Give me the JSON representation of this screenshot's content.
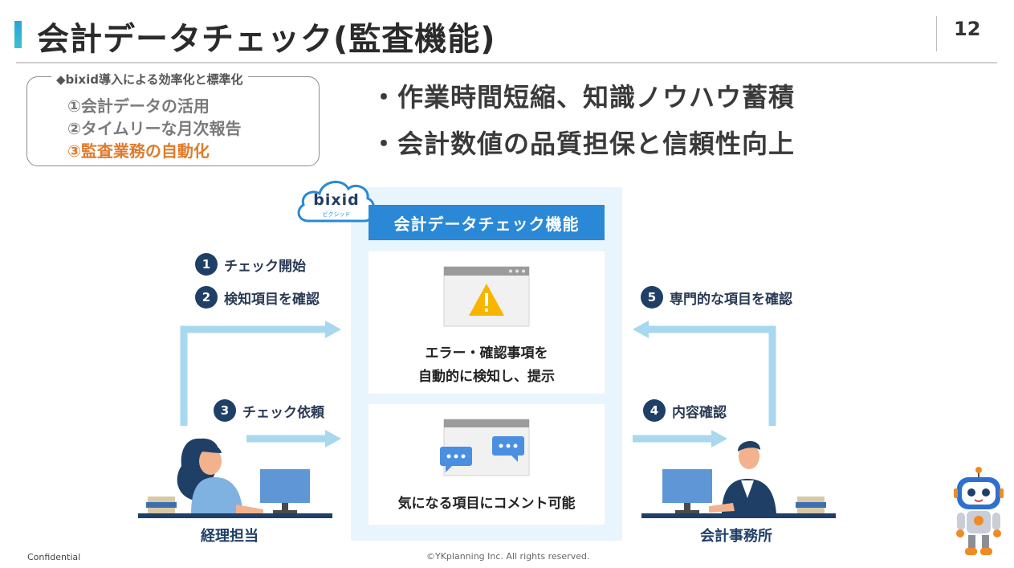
{
  "header": {
    "title": "会計データチェック(監査機能)",
    "page_number": "12"
  },
  "overview_box": {
    "title": "◆bixid導入による効率化と標準化",
    "items": [
      "①会計データの活用",
      "②タイムリーな月次報告",
      "③監査業務の自動化"
    ]
  },
  "bullets": [
    "・作業時間短縮、知識ノウハウ蓄積",
    "・会計数値の品質担保と信頼性向上"
  ],
  "diagram": {
    "logo_text": "bixid",
    "logo_sub": "ビクシッド",
    "feature_title": "会計データチェック機能",
    "card1_lines": [
      "エラー・確認事項を",
      "自動的に検知し、提示"
    ],
    "card2_text": "気になる項目にコメント可能",
    "steps": [
      {
        "num": "1",
        "label": "チェック開始"
      },
      {
        "num": "2",
        "label": "検知項目を確認"
      },
      {
        "num": "3",
        "label": "チェック依頼"
      },
      {
        "num": "4",
        "label": "内容確認"
      },
      {
        "num": "5",
        "label": "専門的な項目を確認"
      }
    ],
    "left_person": "経理担当",
    "right_person": "会計事務所"
  },
  "footer": {
    "confidential": "Confidential",
    "copyright": "©YKplanning Inc. All rights reserved."
  },
  "colors": {
    "accent_blue": "#2a88d6",
    "navy": "#1f3f66",
    "highlight_orange": "#e07b2a",
    "arrow_light_blue": "#a8d8ef",
    "panel_bg": "#e9f5fc"
  }
}
